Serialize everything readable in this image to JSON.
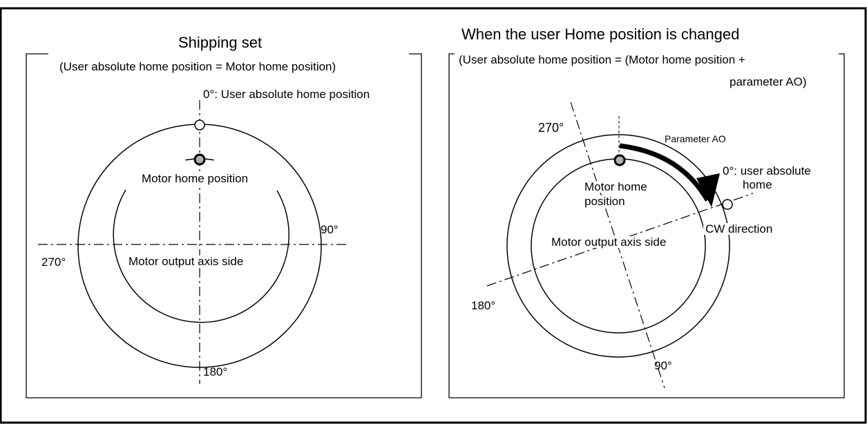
{
  "left_panel": {
    "title": "Shipping set",
    "subtitle": "(User absolute home position = Motor home position)",
    "user_home_label": "0°: User absolute home position",
    "motor_home_label": "Motor home position",
    "center_label": "Motor output axis side",
    "deg_90": "90°",
    "deg_180": "180°",
    "deg_270": "270°"
  },
  "right_panel": {
    "title": "When the user Home position is changed",
    "subtitle_line1": "(User absolute home position = (Motor home position +",
    "subtitle_line2": "parameter AO)",
    "parameter_label": "Parameter AO",
    "user_home_label_line1": "0°: user absolute",
    "user_home_label_line2": "home",
    "motor_home_line1": "Motor home",
    "motor_home_line2": "position",
    "cw_label": "CW direction",
    "center_label": "Motor output axis side",
    "deg_90": "90°",
    "deg_180": "180°",
    "deg_270": "270°"
  },
  "colors": {
    "motor_home_marker": "#b0b0b0",
    "user_home_marker": "#ffffff",
    "line": "#000000"
  }
}
